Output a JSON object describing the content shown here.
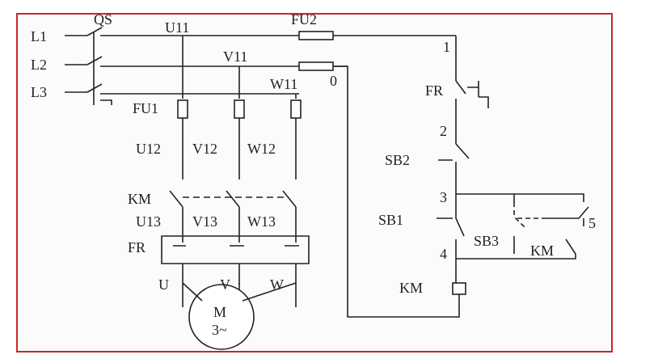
{
  "colors": {
    "frame": "#c62828",
    "ink": "#222222"
  },
  "labels": {
    "L1": "L1",
    "L2": "L2",
    "L3": "L3",
    "QS": "QS",
    "U11": "U11",
    "V11": "V11",
    "W11": "W11",
    "FU2": "FU2",
    "FU1": "FU1",
    "U12": "U12",
    "V12": "V12",
    "W12": "W12",
    "KM": "KM",
    "U13": "U13",
    "V13": "V13",
    "W13": "W13",
    "FR": "FR",
    "U": "U",
    "V": "V",
    "W": "W",
    "M": "M",
    "M3": "3~",
    "n0": "0",
    "n1": "1",
    "n2": "2",
    "n3": "3",
    "n4": "4",
    "n5": "5",
    "FR_ctrl": "FR",
    "SB2": "SB2",
    "SB1": "SB1",
    "SB3": "SB3",
    "KM_aux": "KM",
    "KM_coil": "KM"
  }
}
